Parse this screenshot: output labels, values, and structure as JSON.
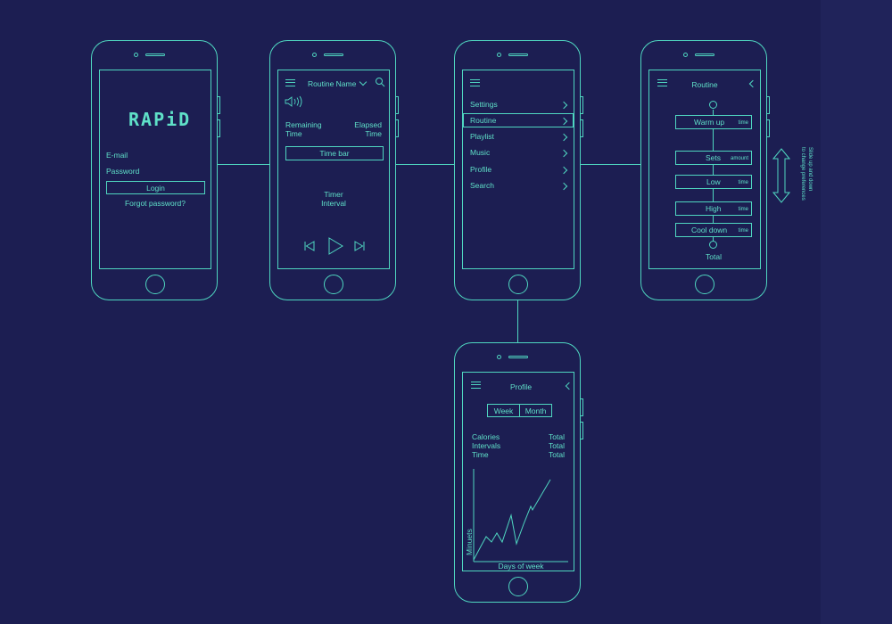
{
  "connectors": "flow",
  "login": {
    "logo": "RAPiD",
    "email_label": "E-mail",
    "password_label": "Password",
    "login_button": "Login",
    "forgot_link": "Forgot password?"
  },
  "player": {
    "title": "Routine Name",
    "remaining": [
      "Remaining",
      "Time"
    ],
    "elapsed": [
      "Elapsed",
      "Time"
    ],
    "time_bar": "Time bar",
    "timer": [
      "Timer",
      "Interval"
    ]
  },
  "menu": {
    "items": [
      "Settings",
      "Routine",
      "Playlist",
      "Music",
      "Profile",
      "Search"
    ]
  },
  "routine": {
    "title": "Routine",
    "steps": [
      {
        "label": "Warm up",
        "tag": "time"
      },
      {
        "label": "Sets",
        "tag": "amount"
      },
      {
        "label": "Low",
        "tag": "time"
      },
      {
        "label": "High",
        "tag": "time"
      },
      {
        "label": "Cool down",
        "tag": "time"
      }
    ],
    "total": "Total",
    "hint": [
      "Slide up and down",
      "to change preferences"
    ]
  },
  "profile": {
    "title": "Profile",
    "tabs": [
      "Week",
      "Month"
    ],
    "stats": [
      {
        "label": "Calories",
        "value": "Total"
      },
      {
        "label": "Intervals",
        "value": "Total"
      },
      {
        "label": "Time",
        "value": "Total"
      }
    ],
    "y_axis": "Minuets",
    "x_axis": "Days of week"
  }
}
